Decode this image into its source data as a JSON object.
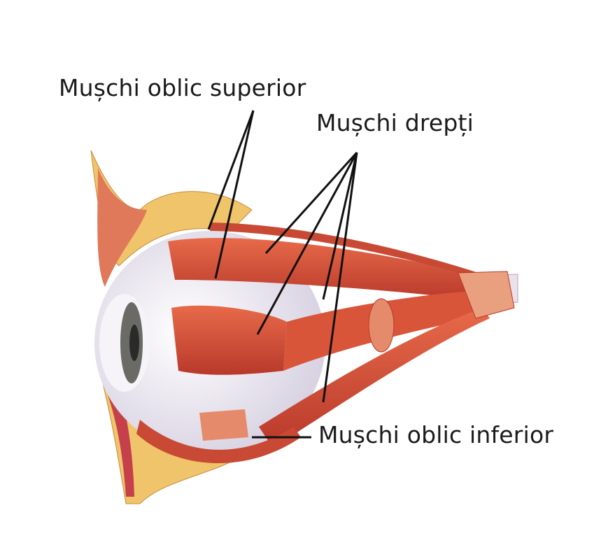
{
  "labels": {
    "superior_oblique": "Mușchi oblic superior",
    "rectus": "Mușchi drepți",
    "inferior_oblique": "Mușchi oblic inferior"
  },
  "colors": {
    "muscle": "#d9553a",
    "muscle_dark": "#b8392a",
    "eyeball": "#f1eef4",
    "fat": "#f0c46a",
    "iris": "#6b6b66",
    "leader": "#111111"
  }
}
